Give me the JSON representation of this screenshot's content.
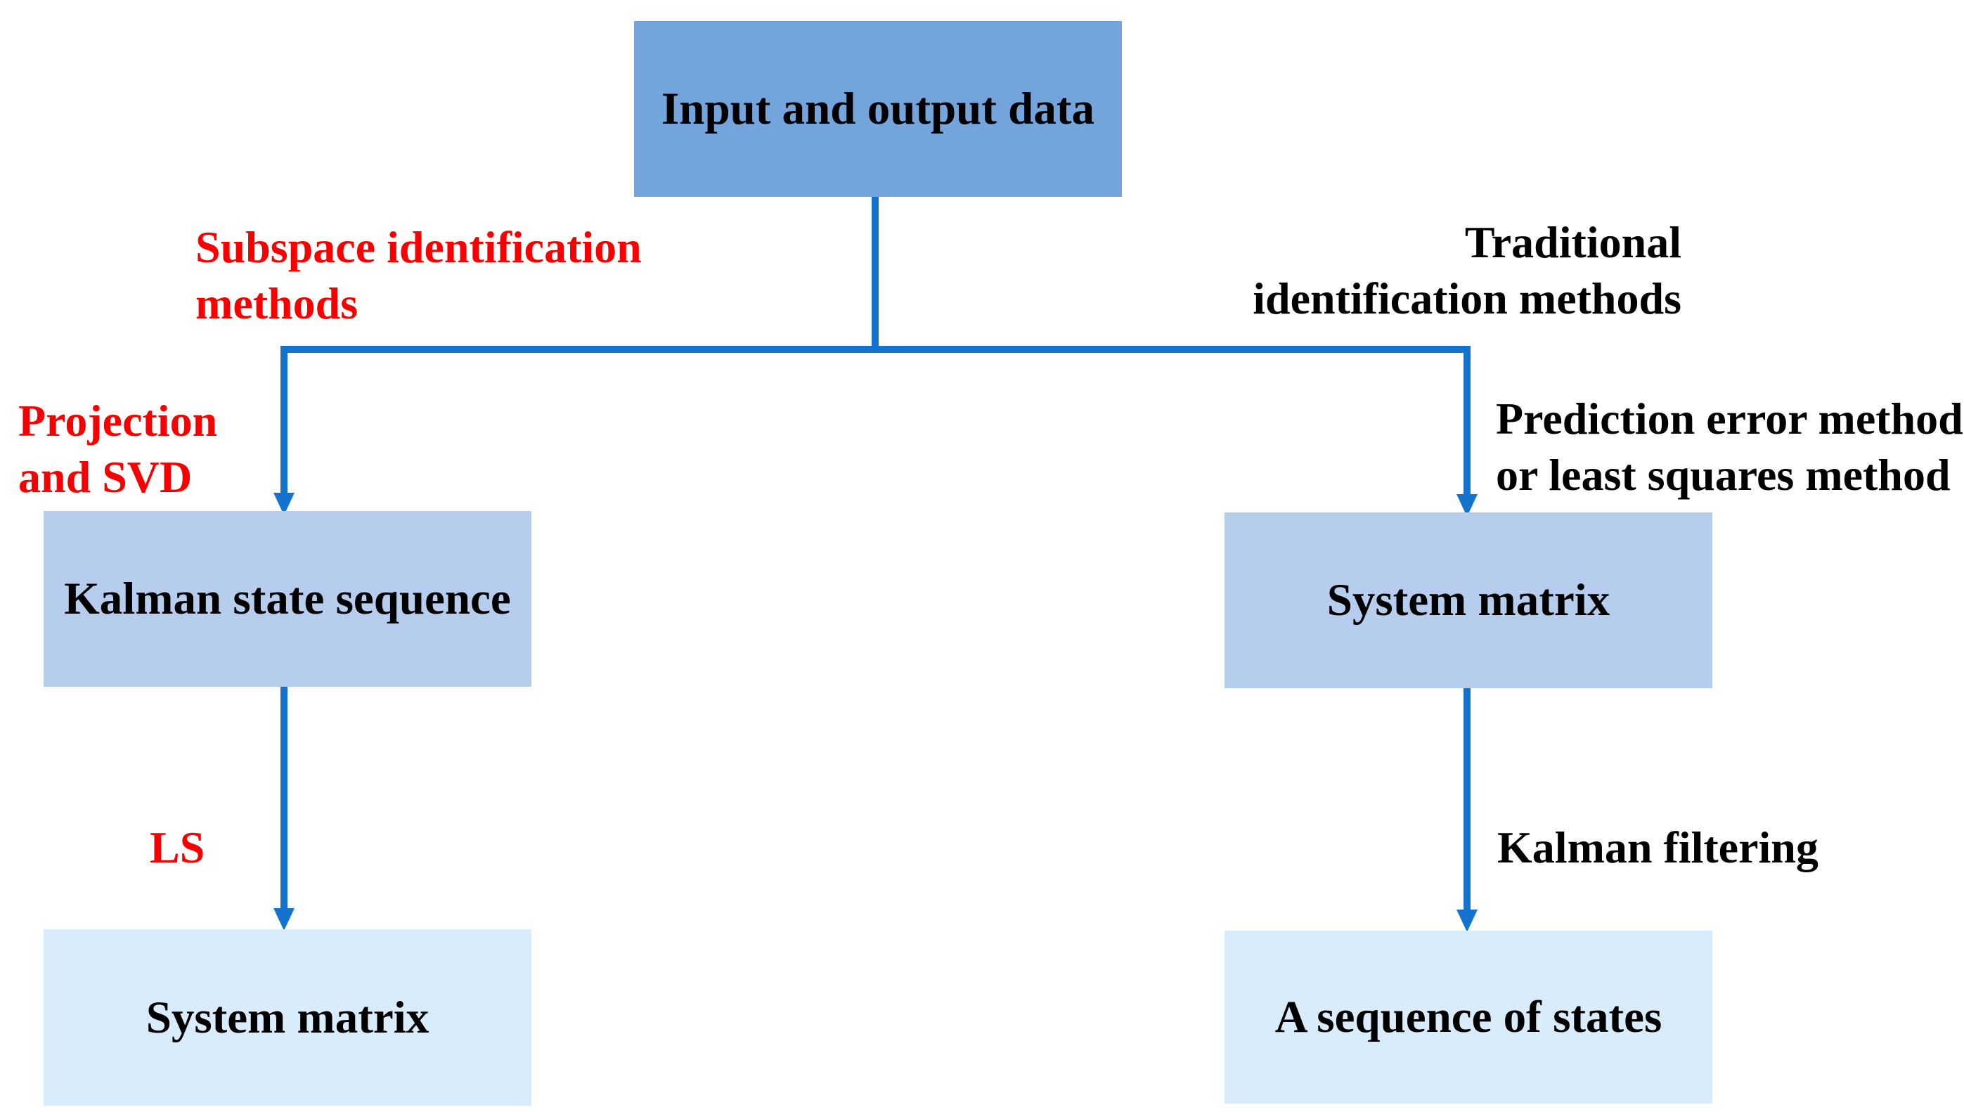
{
  "colors": {
    "node_fill_dark": "#74A4DC",
    "node_fill_medium": "#B6CDEE",
    "node_fill_light": "#D9ECFB",
    "arrow": "#1473CD",
    "annotation_red": "#F80000",
    "text": "#000000"
  },
  "nodes": {
    "input_output_data": "Input and output data",
    "kalman_state_sequence": "Kalman state sequence",
    "system_matrix_mid_right": "System matrix",
    "system_matrix_bottom_left": "System matrix",
    "sequence_of_states": "A sequence of states"
  },
  "annotations": {
    "subspace": {
      "line1": "Subspace identification",
      "line2": "methods"
    },
    "traditional": {
      "line1": "Traditional",
      "line2": "identification methods"
    },
    "projection": {
      "line1": "Projection",
      "line2": "and SVD"
    },
    "prediction": {
      "line1": "Prediction error method",
      "line2": "or least squares method"
    },
    "ls": {
      "line1": "LS"
    },
    "kalman_filtering": {
      "line1": "Kalman filtering"
    }
  }
}
